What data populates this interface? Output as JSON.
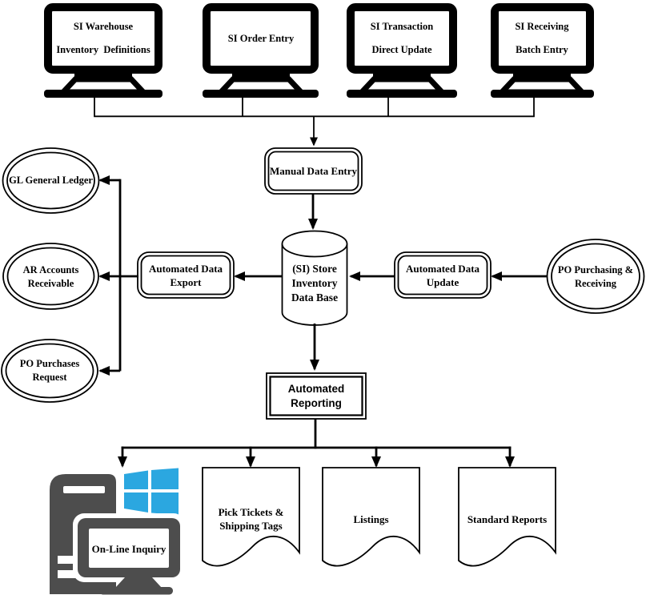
{
  "diagram": {
    "sources": [
      {
        "label": "SI Warehouse\nInventory  Definitions",
        "shape": "crt-monitor"
      },
      {
        "label": "SI Order Entry",
        "shape": "crt-monitor"
      },
      {
        "label": "SI Transaction\nDirect Update",
        "shape": "crt-monitor"
      },
      {
        "label": "SI Receiving\nBatch Entry",
        "shape": "crt-monitor"
      }
    ],
    "processes": {
      "manual_entry": {
        "label": "Manual Data Entry",
        "shape": "rounded-double-box"
      },
      "export": {
        "label": "Automated Data\nExport",
        "shape": "rounded-double-box"
      },
      "update": {
        "label": "Automated Data\nUpdate",
        "shape": "rounded-double-box"
      },
      "reporting": {
        "label": "Automated\nReporting",
        "shape": "double-box"
      }
    },
    "database": {
      "label": "(SI) Store\nInventory\nData Base",
      "shape": "cylinder"
    },
    "entities": {
      "general_ledger": {
        "label": "GL General Ledger",
        "shape": "double-ellipse"
      },
      "accounts_receivable": {
        "label": "AR Accounts\nReceivable",
        "shape": "double-ellipse"
      },
      "purchases_request": {
        "label": "PO Purchases\nRequest",
        "shape": "double-ellipse"
      },
      "purchasing_receiving": {
        "label": "PO Purchasing &\nReceiving",
        "shape": "double-ellipse"
      }
    },
    "outputs": {
      "inquiry": {
        "label": "On-Line Inquiry",
        "shape": "pc-workstation"
      },
      "documents": [
        {
          "label": "Pick Tickets &\nShipping Tags",
          "shape": "document"
        },
        {
          "label": "Listings",
          "shape": "document"
        },
        {
          "label": "Standard Reports",
          "shape": "document"
        }
      ]
    },
    "colors": {
      "ink": "#000000",
      "device_gray": "#4d4d4d",
      "windows_blue": "#2ba7e0"
    }
  }
}
